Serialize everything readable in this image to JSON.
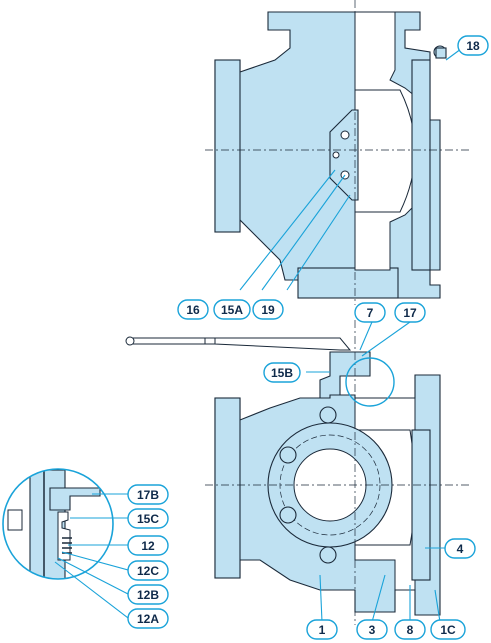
{
  "callouts": {
    "c18": "18",
    "c16": "16",
    "c15a": "15A",
    "c19": "19",
    "c7": "7",
    "c17": "17",
    "c15b": "15B",
    "c17b": "17B",
    "c15c": "15C",
    "c12": "12",
    "c12c": "12C",
    "c12b": "12B",
    "c12a": "12A",
    "c4": "4",
    "c1": "1",
    "c3": "3",
    "c8": "8",
    "c1c": "1C"
  },
  "colors": {
    "body_fill": "#bfe1f2",
    "outline": "#1b2a3a",
    "leader": "#1aa3d9"
  }
}
